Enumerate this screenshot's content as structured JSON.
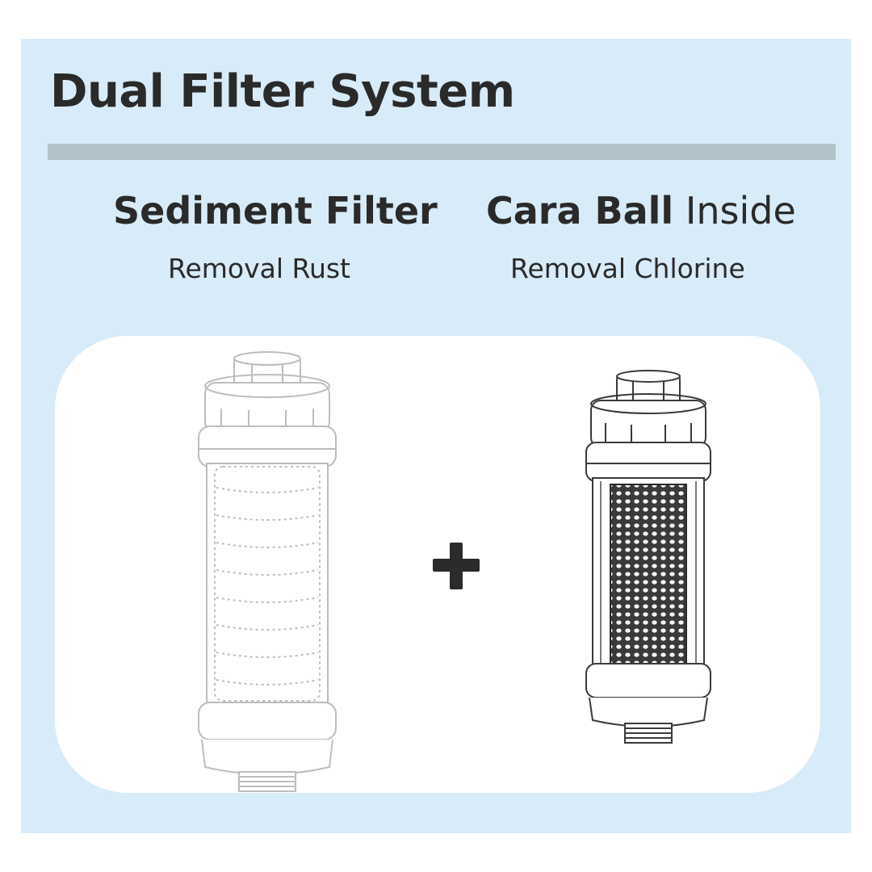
{
  "title": "Dual Filter System",
  "filters": [
    {
      "name_bold": "Sediment Filter",
      "name_light": "",
      "function": "Removal Rust",
      "icon": "sediment-filter-icon"
    },
    {
      "name_bold": "Cara Ball",
      "name_light": "Inside",
      "function": "Removal Chlorine",
      "icon": "cara-ball-filter-icon"
    }
  ],
  "connector_icon": "plus-icon",
  "colors": {
    "panel_background": "#d8ebf8",
    "rule": "#b3c1c8",
    "text": "#2a2a2a",
    "card_background": "#ffffff"
  }
}
